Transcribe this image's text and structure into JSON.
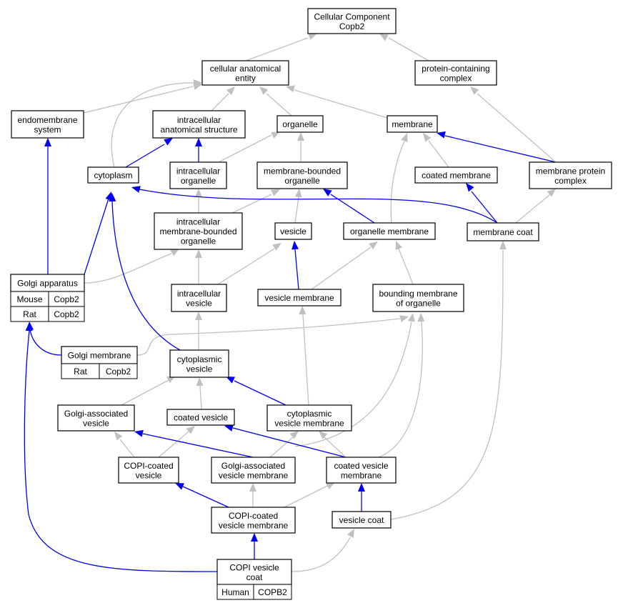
{
  "colors": {
    "is_a_edge": "#c0c0c0",
    "part_of_edge": "#0000ee",
    "mouse": "#add8e6",
    "rat": "#ffd700",
    "human": "#f4614b"
  },
  "nodes": {
    "root": {
      "lines": [
        "Cellular Component",
        "Copb2"
      ]
    },
    "cae": {
      "lines": [
        "cellular anatomical",
        "entity"
      ]
    },
    "pcc": {
      "lines": [
        "protein-containing",
        "complex"
      ]
    },
    "endo": {
      "lines": [
        "endomembrane",
        "system"
      ]
    },
    "ias": {
      "lines": [
        "intracellular",
        "anatomical structure"
      ]
    },
    "organelle": {
      "lines": [
        "organelle"
      ]
    },
    "membrane": {
      "lines": [
        "membrane"
      ]
    },
    "cytoplasm": {
      "lines": [
        "cytoplasm"
      ]
    },
    "io": {
      "lines": [
        "intracellular",
        "organelle"
      ]
    },
    "mbo": {
      "lines": [
        "membrane-bounded",
        "organelle"
      ]
    },
    "cm": {
      "lines": [
        "coated membrane"
      ]
    },
    "mpc": {
      "lines": [
        "membrane protein",
        "complex"
      ]
    },
    "imbo": {
      "lines": [
        "intracellular",
        "membrane-bounded",
        "organelle"
      ]
    },
    "vesicle": {
      "lines": [
        "vesicle"
      ]
    },
    "om": {
      "lines": [
        "organelle membrane"
      ]
    },
    "mc": {
      "lines": [
        "membrane coat"
      ]
    },
    "golgi": {
      "lines": [
        "Golgi apparatus"
      ]
    },
    "iv": {
      "lines": [
        "intracellular",
        "vesicle"
      ]
    },
    "vm": {
      "lines": [
        "vesicle membrane"
      ]
    },
    "bmo": {
      "lines": [
        "bounding membrane",
        "of organelle"
      ]
    },
    "gm": {
      "lines": [
        "Golgi membrane"
      ]
    },
    "cv": {
      "lines": [
        "cytoplasmic",
        "vesicle"
      ]
    },
    "gav": {
      "lines": [
        "Golgi-associated",
        "vesicle"
      ]
    },
    "coatedv": {
      "lines": [
        "coated vesicle"
      ]
    },
    "cvm": {
      "lines": [
        "cytoplasmic",
        "vesicle membrane"
      ]
    },
    "copicv": {
      "lines": [
        "COPI-coated",
        "vesicle"
      ]
    },
    "gavm": {
      "lines": [
        "Golgi-associated",
        "vesicle membrane"
      ]
    },
    "cvmem": {
      "lines": [
        "coated vesicle",
        "membrane"
      ]
    },
    "copicvm": {
      "lines": [
        "COPI-coated",
        "vesicle membrane"
      ]
    },
    "vcoat": {
      "lines": [
        "vesicle coat"
      ]
    },
    "copivc": {
      "lines": [
        "COPI vesicle",
        "coat"
      ]
    }
  },
  "annotations": {
    "golgi": [
      {
        "species": "Mouse",
        "gene": "Copb2",
        "color": "#add8e6"
      },
      {
        "species": "Rat",
        "gene": "Copb2",
        "color": "#ffd700"
      }
    ],
    "gm": [
      {
        "species": "Rat",
        "gene": "Copb2",
        "color": "#ffd700"
      }
    ],
    "copivc": [
      {
        "species": "Human",
        "gene": "COPB2",
        "color": "#f4614b"
      }
    ]
  },
  "edges": [
    {
      "from": "cae",
      "to": "root",
      "type": "is_a"
    },
    {
      "from": "pcc",
      "to": "root",
      "type": "is_a"
    },
    {
      "from": "endo",
      "to": "cae",
      "type": "is_a"
    },
    {
      "from": "ias",
      "to": "cae",
      "type": "is_a"
    },
    {
      "from": "organelle",
      "to": "cae",
      "type": "is_a"
    },
    {
      "from": "membrane",
      "to": "cae",
      "type": "is_a"
    },
    {
      "from": "cytoplasm",
      "to": "cae",
      "type": "is_a"
    },
    {
      "from": "io",
      "to": "organelle",
      "type": "is_a"
    },
    {
      "from": "io",
      "to": "ias",
      "type": "part_of"
    },
    {
      "from": "cytoplasm",
      "to": "ias",
      "type": "part_of"
    },
    {
      "from": "mbo",
      "to": "organelle",
      "type": "is_a"
    },
    {
      "from": "cm",
      "to": "membrane",
      "type": "is_a"
    },
    {
      "from": "mpc",
      "to": "membrane",
      "type": "part_of"
    },
    {
      "from": "mpc",
      "to": "pcc",
      "type": "is_a"
    },
    {
      "from": "imbo",
      "to": "io",
      "type": "is_a"
    },
    {
      "from": "imbo",
      "to": "mbo",
      "type": "is_a"
    },
    {
      "from": "vesicle",
      "to": "mbo",
      "type": "is_a"
    },
    {
      "from": "om",
      "to": "mbo",
      "type": "part_of"
    },
    {
      "from": "om",
      "to": "membrane",
      "type": "is_a"
    },
    {
      "from": "mc",
      "to": "cm",
      "type": "part_of"
    },
    {
      "from": "mc",
      "to": "mpc",
      "type": "is_a"
    },
    {
      "from": "mc",
      "to": "cytoplasm",
      "type": "part_of"
    },
    {
      "from": "golgi",
      "to": "endo",
      "type": "part_of"
    },
    {
      "from": "golgi",
      "to": "cytoplasm",
      "type": "part_of"
    },
    {
      "from": "golgi",
      "to": "imbo",
      "type": "is_a"
    },
    {
      "from": "iv",
      "to": "imbo",
      "type": "is_a"
    },
    {
      "from": "iv",
      "to": "vesicle",
      "type": "is_a"
    },
    {
      "from": "vm",
      "to": "vesicle",
      "type": "part_of"
    },
    {
      "from": "vm",
      "to": "om",
      "type": "is_a"
    },
    {
      "from": "bmo",
      "to": "om",
      "type": "is_a"
    },
    {
      "from": "gm",
      "to": "golgi",
      "type": "part_of"
    },
    {
      "from": "gm",
      "to": "bmo",
      "type": "is_a"
    },
    {
      "from": "cv",
      "to": "iv",
      "type": "is_a"
    },
    {
      "from": "cv",
      "to": "cytoplasm",
      "type": "part_of"
    },
    {
      "from": "gav",
      "to": "cv",
      "type": "is_a"
    },
    {
      "from": "coatedv",
      "to": "cv",
      "type": "is_a"
    },
    {
      "from": "cvm",
      "to": "cv",
      "type": "part_of"
    },
    {
      "from": "cvm",
      "to": "vm",
      "type": "is_a"
    },
    {
      "from": "copicv",
      "to": "gav",
      "type": "is_a"
    },
    {
      "from": "copicv",
      "to": "coatedv",
      "type": "is_a"
    },
    {
      "from": "gavm",
      "to": "gav",
      "type": "part_of"
    },
    {
      "from": "gavm",
      "to": "cvm",
      "type": "is_a"
    },
    {
      "from": "gavm",
      "to": "bmo",
      "type": "is_a"
    },
    {
      "from": "cvmem",
      "to": "coatedv",
      "type": "part_of"
    },
    {
      "from": "cvmem",
      "to": "cvm",
      "type": "is_a"
    },
    {
      "from": "cvmem",
      "to": "bmo",
      "type": "is_a"
    },
    {
      "from": "copicvm",
      "to": "copicv",
      "type": "part_of"
    },
    {
      "from": "copicvm",
      "to": "gavm",
      "type": "is_a"
    },
    {
      "from": "copicvm",
      "to": "cvmem",
      "type": "is_a"
    },
    {
      "from": "vcoat",
      "to": "cvmem",
      "type": "part_of"
    },
    {
      "from": "vcoat",
      "to": "mc",
      "type": "is_a"
    },
    {
      "from": "copivc",
      "to": "copicvm",
      "type": "part_of"
    },
    {
      "from": "copivc",
      "to": "vcoat",
      "type": "is_a"
    },
    {
      "from": "copivc",
      "to": "golgi",
      "type": "part_of"
    }
  ]
}
